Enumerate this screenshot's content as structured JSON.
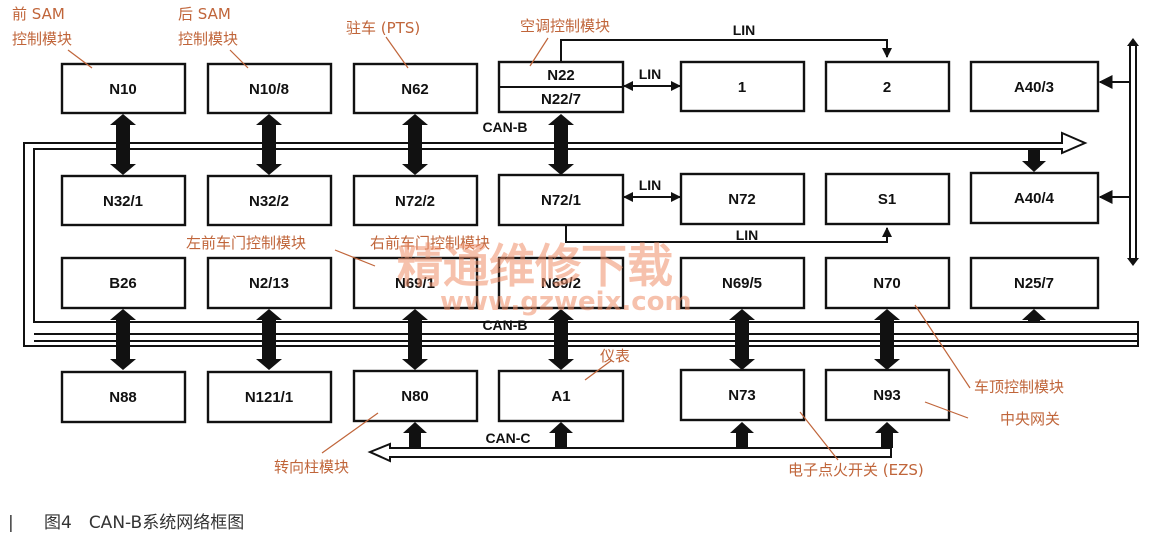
{
  "nodes": {
    "n10": "N10",
    "n10_8": "N10/8",
    "n62": "N62",
    "n22": "N22",
    "n22_7": "N22/7",
    "lin_1": "1",
    "lin_2": "2",
    "a40_3": "A40/3",
    "n32_1": "N32/1",
    "n32_2": "N32/2",
    "n72_2": "N72/2",
    "n72_1": "N72/1",
    "n72": "N72",
    "s1": "S1",
    "a40_4": "A40/4",
    "b26": "B26",
    "n2_13": "N2/13",
    "n69_1": "N69/1",
    "n69_2": "N69/2",
    "n69_5": "N69/5",
    "n70": "N70",
    "n25_7": "N25/7",
    "n88": "N88",
    "n121_1": "N121/1",
    "n80": "N80",
    "a1": "A1",
    "n73": "N73",
    "n93": "N93"
  },
  "buses": {
    "can_b_top": "CAN-B",
    "can_b_bottom": "CAN-B",
    "can_c": "CAN-C",
    "lin_top": "LIN",
    "lin_n22": "LIN",
    "lin_n72": "LIN",
    "lin_s1": "LIN"
  },
  "annotations": {
    "front_sam_1": "前 SAM",
    "front_sam_2": "控制模块",
    "rear_sam_1": "后 SAM",
    "rear_sam_2": "控制模块",
    "parking": "驻车 (PTS)",
    "ac": "空调控制模块",
    "left_door": "左前车门控制模块",
    "right_door": "右前车门控制模块",
    "cluster": "仪表",
    "roof_1": "车顶控制模块",
    "roof_2": "中央网关",
    "steering": "转向柱模块",
    "ezs": "电子点火开关 (EZS)"
  },
  "watermark": {
    "line1": "精通维修下载",
    "line2": "www.gzweix.com"
  },
  "caption": {
    "marker": "|",
    "text": "图4　CAN-B系统网络框图"
  },
  "colors": {
    "annotation": "#c0653a",
    "watermark": "#f08f6a",
    "line": "#111111"
  }
}
